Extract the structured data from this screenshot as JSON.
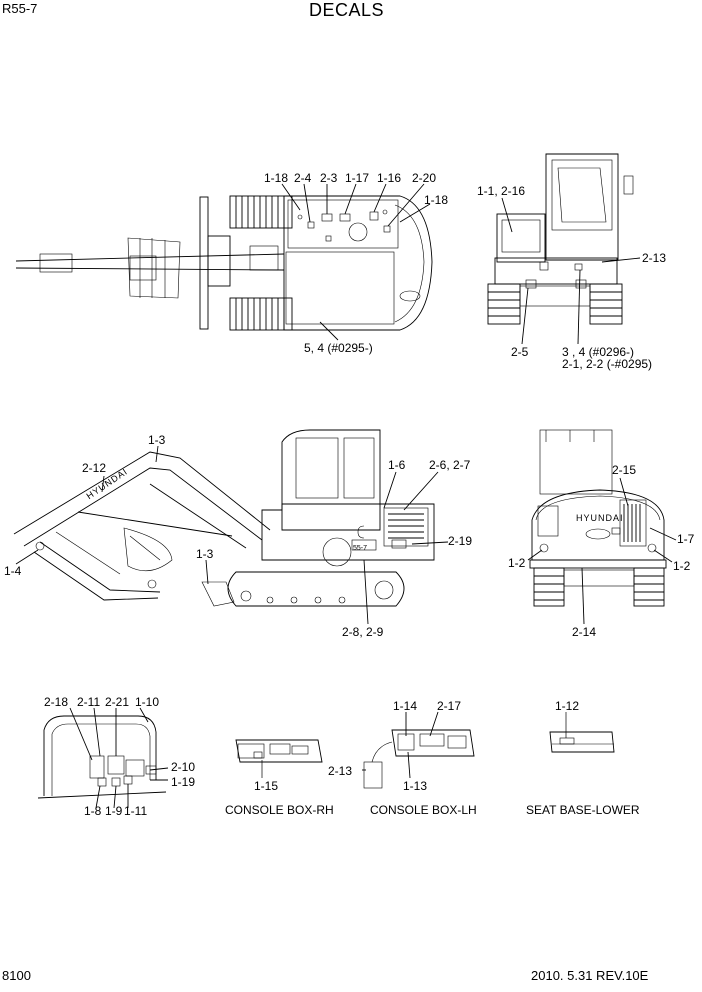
{
  "header": {
    "model": "R55-7",
    "title": "DECALS"
  },
  "footer": {
    "page": "8100",
    "revision": "2010. 5.31  REV.10E"
  },
  "views": {
    "top": {
      "c_1_18a": "1-18",
      "c_2_4": "2-4",
      "c_2_3": "2-3",
      "c_1_17": "1-17",
      "c_1_16": "1-16",
      "c_2_20": "2-20",
      "c_1_18b": "1-18",
      "c_5_4": "5, 4 (#0295-)"
    },
    "rear_top": {
      "c_1_1": "1-1, 2-16",
      "c_2_13": "2-13",
      "c_2_5": "2-5",
      "c_3_4": "3 , 4 (#0296-)",
      "c_2_1": "2-1, 2-2 (-#0295)"
    },
    "side": {
      "c_1_3a": "1-3",
      "c_2_12": "2-12",
      "c_1_6": "1-6",
      "c_2_6": "2-6, 2-7",
      "c_2_19": "2-19",
      "c_1_4": "1-4",
      "c_1_3b": "1-3",
      "c_2_8": "2-8, 2-9",
      "brand": "HYUNDAI",
      "model_badge": "55-7"
    },
    "rear": {
      "c_2_15": "2-15",
      "c_1_7": "1-7",
      "c_1_2a": "1-2",
      "c_1_2b": "1-2",
      "c_2_14": "2-14",
      "brand": "HYUNDAI"
    },
    "cab": {
      "c_2_18": "2-18",
      "c_2_11": "2-11",
      "c_2_21": "2-21",
      "c_1_10": "1-10",
      "c_2_10": "2-10",
      "c_1_19": "1-19",
      "c_1_8": "1-8",
      "c_1_9": "1-9",
      "c_1_11": "1-11"
    },
    "console_rh": {
      "c_1_15": "1-15",
      "label": "CONSOLE BOX-RH"
    },
    "console_lh": {
      "c_1_14": "1-14",
      "c_2_17": "2-17",
      "c_2_13": "2-13",
      "c_1_13": "1-13",
      "label": "CONSOLE BOX-LH"
    },
    "seat": {
      "c_1_12": "1-12",
      "label": "SEAT BASE-LOWER"
    }
  }
}
